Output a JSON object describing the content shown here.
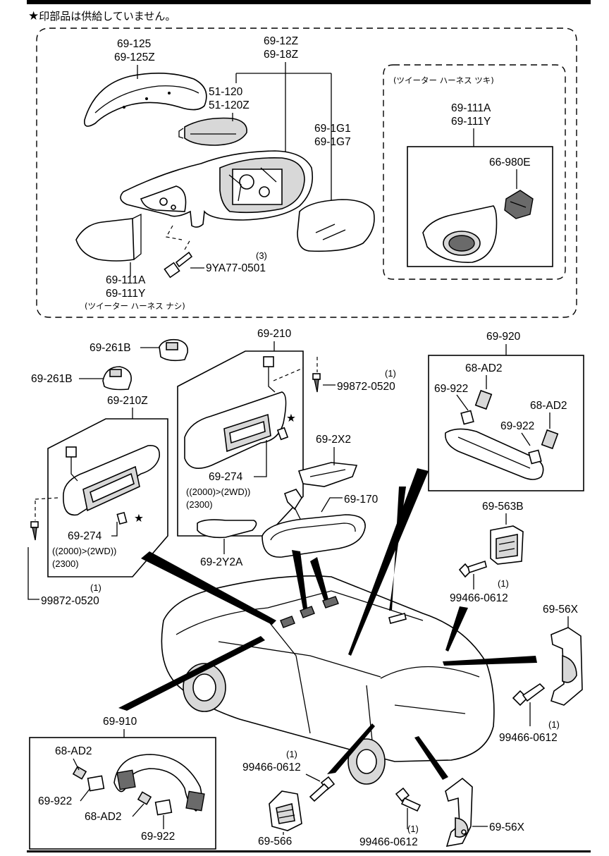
{
  "note": {
    "star": "★",
    "text": "印部品は供給していません。"
  },
  "labels": {
    "l_69_125": "69-125",
    "l_69_125z": "69-125Z",
    "l_69_12z": "69-12Z",
    "l_69_18z": "69-18Z",
    "l_51_120": "51-120",
    "l_51_120z": "51-120Z",
    "l_69_1g1": "69-1G1",
    "l_69_1g7": "69-1G7",
    "l_tweeter_with": "(ツイーター  ハーネス  ツキ)",
    "l_69_111a_r": "69-111A",
    "l_69_111y_r": "69-111Y",
    "l_66_980e": "66-980E",
    "l_qty3": "(3)",
    "l_9ya77": "9YA77-0501",
    "l_69_111a_l": "69-111A",
    "l_69_111y_l": "69-111Y",
    "l_tweeter_without": "(ツイーター  ハーネス  ナシ)",
    "l_69_261b_a": "69-261B",
    "l_69_261b_b": "69-261B",
    "l_69_210": "69-210",
    "l_qty1_a": "(1)",
    "l_99872_a": "99872-0520",
    "l_69_210z": "69-210Z",
    "l_69_2x2": "69-2X2",
    "l_69_274_a": "69-274",
    "l_cond_a": "((2000)>(2WD))",
    "l_2300_a": "(2300)",
    "l_69_170": "69-170",
    "l_69_274_b": "69-274",
    "l_cond_b": "((2000)>(2WD))",
    "l_2300_b": "(2300)",
    "l_69_2y2a": "69-2Y2A",
    "l_qty1_b": "(1)",
    "l_99872_b": "99872-0520",
    "l_69_920": "69-920",
    "l_68_ad2_a": "68-AD2",
    "l_69_922_a": "69-922",
    "l_68_ad2_b": "68-AD2",
    "l_69_922_b": "69-922",
    "l_69_563b": "69-563B",
    "l_qty1_c": "(1)",
    "l_99466_a": "99466-0612",
    "l_69_56x_a": "69-56X",
    "l_qty1_d": "(1)",
    "l_99466_b": "99466-0612",
    "l_69_910": "69-910",
    "l_68_ad2_c": "68-AD2",
    "l_69_922_c": "69-922",
    "l_68_ad2_d": "68-AD2",
    "l_69_922_d": "69-922",
    "l_qty1_e": "(1)",
    "l_99466_c": "99466-0612",
    "l_69_566": "69-566",
    "l_qty1_f": "(1)",
    "l_99466_d": "99466-0612",
    "l_69_56x_b": "69-56X",
    "star_a": "★",
    "star_b": "★"
  }
}
